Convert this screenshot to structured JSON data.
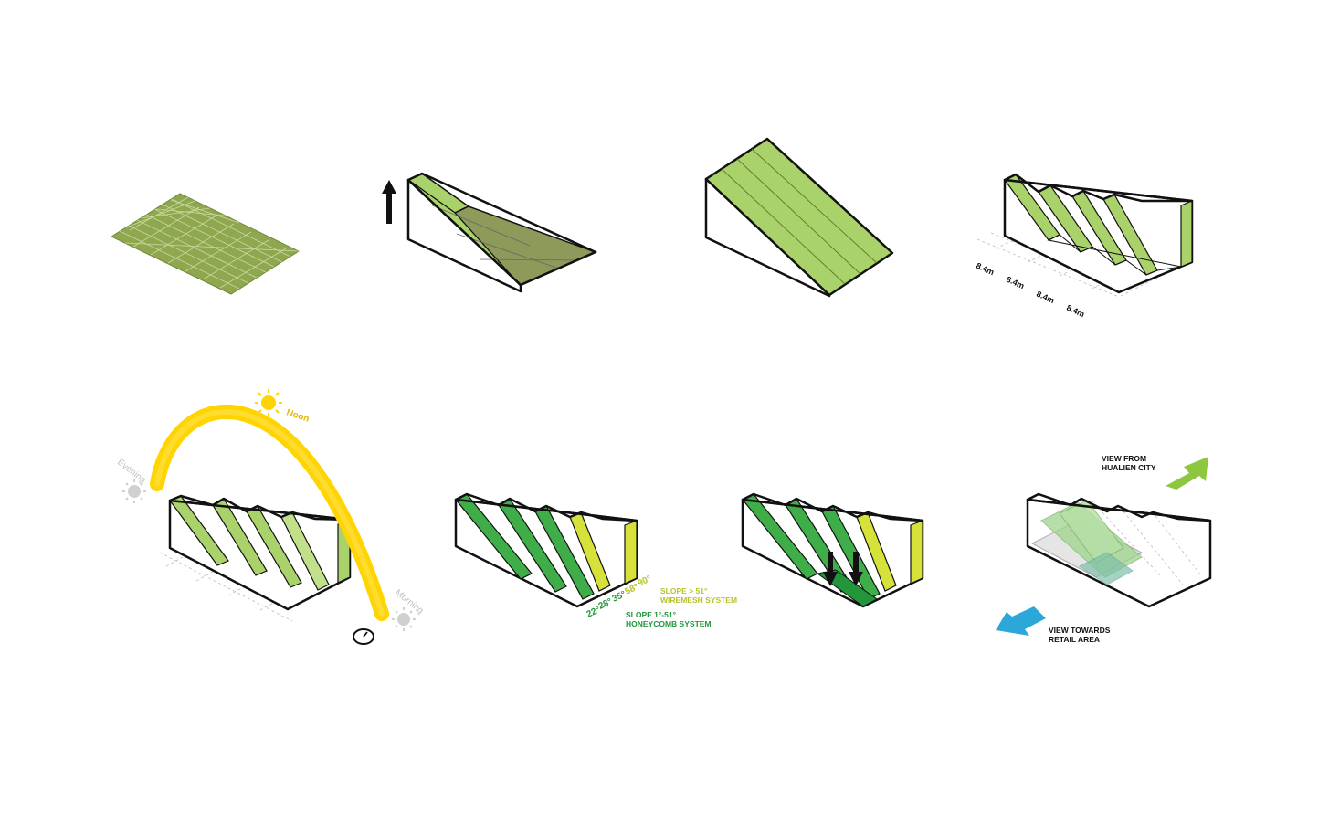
{
  "colors": {
    "grid_fill": "#8fa84f",
    "light_green": "#a9d26b",
    "pale_green": "#c2e08a",
    "mid_green": "#3fae49",
    "dark_green": "#23963b",
    "lime": "#d6e23a",
    "olive": "#8e9a5a",
    "sun_yellow": "#ffd400",
    "sun_grey": "#c8c8c8",
    "outline": "#111111",
    "arrow_green": "#8dc63f",
    "arrow_blue": "#2ba8d8"
  },
  "icons": [
    "up-arrow-icon",
    "sun-icon",
    "clock-icon",
    "down-arrow-icon"
  ],
  "panel4": {
    "dimensions": [
      "8.4m",
      "8.4m",
      "8.4m",
      "8.4m"
    ]
  },
  "panel5": {
    "noon": "Noon",
    "evening": "Evening",
    "morning": "Morning"
  },
  "panel6": {
    "angles": [
      "22°",
      "28°",
      "35°",
      "58°",
      "90°"
    ],
    "wire_title": "SLOPE > 51°",
    "wire_sub": "WIREMESH SYSTEM",
    "honey_title": "SLOPE 1°-51°",
    "honey_sub": "HONEYCOMB SYSTEM"
  },
  "panel8": {
    "view_from_1": "VIEW FROM",
    "view_from_2": "HUALIEN CITY",
    "view_towards_1": "VIEW TOWARDS",
    "view_towards_2": "RETAIL AREA"
  }
}
